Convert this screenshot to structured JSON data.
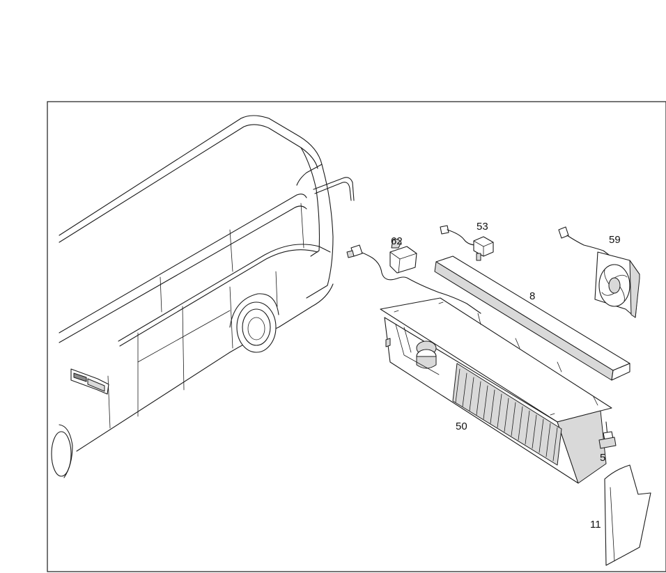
{
  "callouts": {
    "c62": "62",
    "c53": "53",
    "c59": "59",
    "c8": "8",
    "c50": "50",
    "c5": "5",
    "c11": "11"
  }
}
